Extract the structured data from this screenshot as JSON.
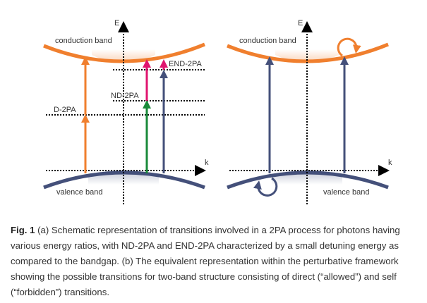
{
  "panel_a": {
    "axis_e": "E",
    "axis_k": "k",
    "conduction_label": "conduction band",
    "valence_label": "valence band",
    "d2pa": "D-2PA",
    "nd2pa": "ND-2PA",
    "end2pa": "END-2PA"
  },
  "panel_b": {
    "axis_e": "E",
    "axis_k": "k",
    "conduction_label": "conduction band",
    "valence_label": "valence band"
  },
  "colors": {
    "conduction": "#f07f2e",
    "valence": "#44507a",
    "green": "#1a8a3a",
    "magenta": "#e0156f"
  },
  "caption": {
    "label": "Fig. 1",
    "text": " (a) Schematic representation of transitions involved in a 2PA process for photons having various energy ratios, with ND-2PA and END-2PA characterized by a small detuning energy as compared to the bandgap. (b) The equivalent representation within the perturbative framework showing the possible transitions for two-band structure consisting of direct (“allowed”) and self (“forbidden”) transitions."
  }
}
